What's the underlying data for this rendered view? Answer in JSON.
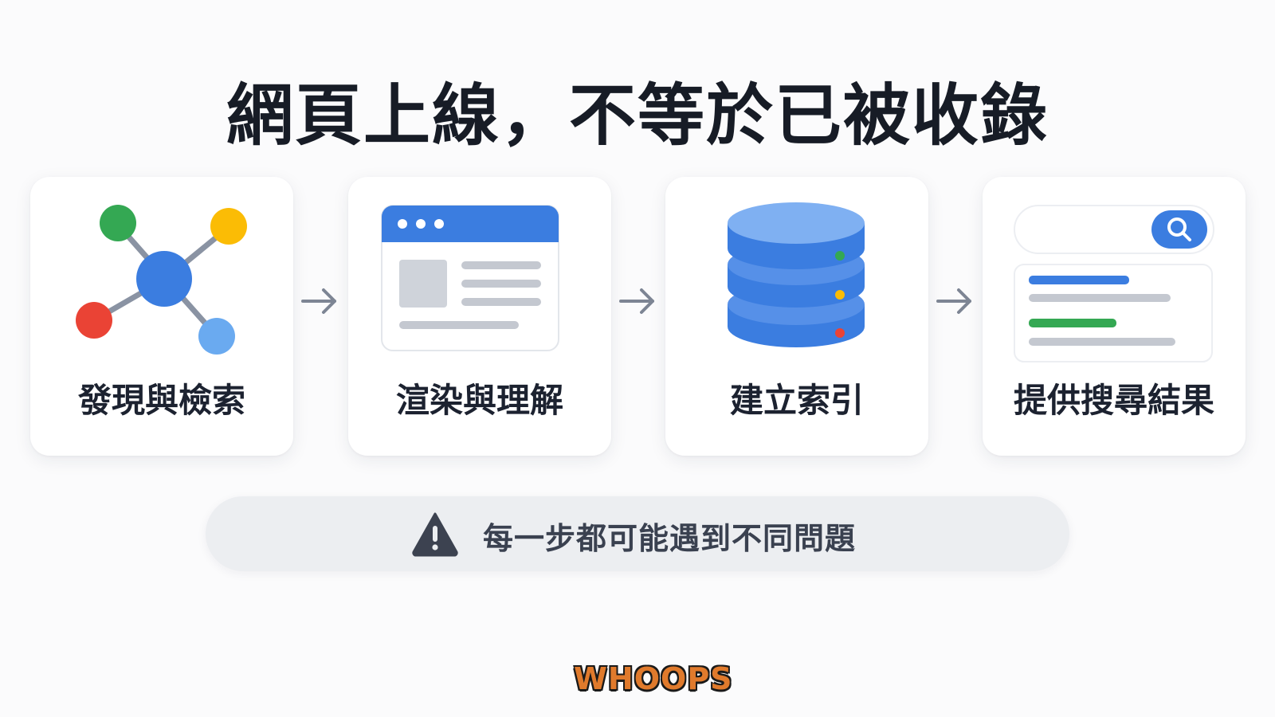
{
  "title": "網頁上線，不等於已被收錄",
  "steps": [
    {
      "label": "發現與檢索",
      "icon": "network-nodes-icon"
    },
    {
      "label": "渲染與理解",
      "icon": "browser-window-icon"
    },
    {
      "label": "建立索引",
      "icon": "database-icon"
    },
    {
      "label": "提供搜尋結果",
      "icon": "search-results-icon"
    }
  ],
  "arrows": [
    "arrow-right-icon",
    "arrow-right-icon",
    "arrow-right-icon"
  ],
  "warning": {
    "icon": "warning-triangle-icon",
    "text": "每一步都可能遇到不同問題"
  },
  "logo": {
    "text": "WHOOPS"
  },
  "colors": {
    "blue": "#3b7de0",
    "light_blue": "#6aaaf0",
    "green": "#34a853",
    "yellow": "#fbbc05",
    "red": "#ea4335",
    "gray_line": "#c9ccd3",
    "arrow": "#7d8594"
  }
}
